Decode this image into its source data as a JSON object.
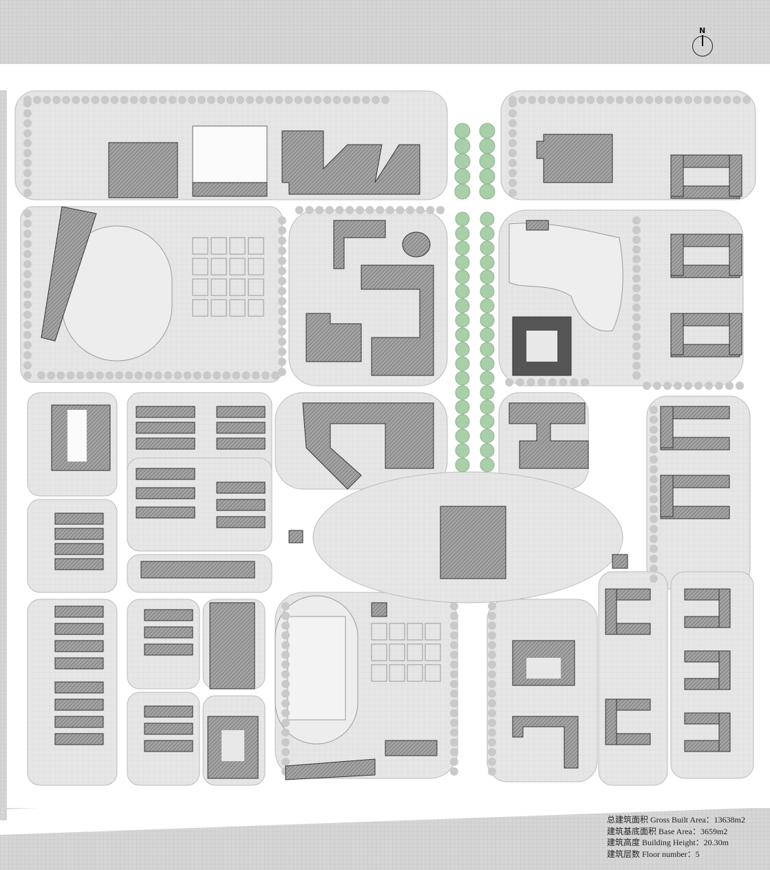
{
  "north_arrow": {
    "label": "N"
  },
  "stats": [
    "总建筑面积 Gross Built Area：13638m2",
    "建筑基底面积 Base Area：3659m2",
    "建筑高度 Building Height：20.30m",
    "建筑层数 Floor number：5"
  ],
  "colors": {
    "ground": "#d9d9d9",
    "road": "#ffffff",
    "block": "#e8e8e8",
    "building": "#a3a3a3",
    "featured_building": "#555555",
    "boulevard_trees": "#a9cfa9",
    "trees": "#c9c9c9"
  }
}
